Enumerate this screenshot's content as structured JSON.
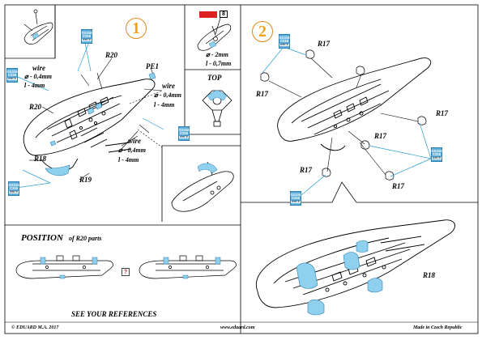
{
  "step1": {
    "number": "1"
  },
  "step2": {
    "number": "2"
  },
  "parts": {
    "r20_a": "R20",
    "r20_b": "R20",
    "pe1": "PE1",
    "r18": "R18",
    "r19": "R19",
    "r17_a": "R17",
    "r17_b": "R17",
    "r17_c": "R17",
    "r17_d": "R17",
    "r17_e": "R17",
    "r17_f": "R17",
    "r18_big": "R18"
  },
  "wire_a": {
    "title": "wire",
    "dia": "⌀ - 0,4mm",
    "len": "l - 4mm"
  },
  "wire_b": {
    "title": "wire",
    "dia": "⌀ - 0,4mm",
    "len": "l - 4mm"
  },
  "wire_c": {
    "title": "wire",
    "dia": "⌀ - 0,4mm",
    "len": "l - 4mm"
  },
  "inset_wire": {
    "dia": "⌀ - 2mm",
    "len": "l - 0,7mm"
  },
  "inset_top": {
    "label": "TOP"
  },
  "inset_ref": {
    "box": "8"
  },
  "paint": {
    "line1": "GX316",
    "line2": "C316",
    "line3": "WHITE"
  },
  "position": {
    "title": "POSITION",
    "subtitle": "of R20 parts"
  },
  "question": "?",
  "see_refs": "SEE YOUR REFERENCES",
  "footer": {
    "copyright": "© EDUARD M.A. 2017",
    "website": "www.eduard.com",
    "origin": "Made in Czech Republic"
  },
  "colors": {
    "accent_blue": "#5fb0dd",
    "step_orange": "#f2a31b",
    "warn_red": "#e02020"
  }
}
